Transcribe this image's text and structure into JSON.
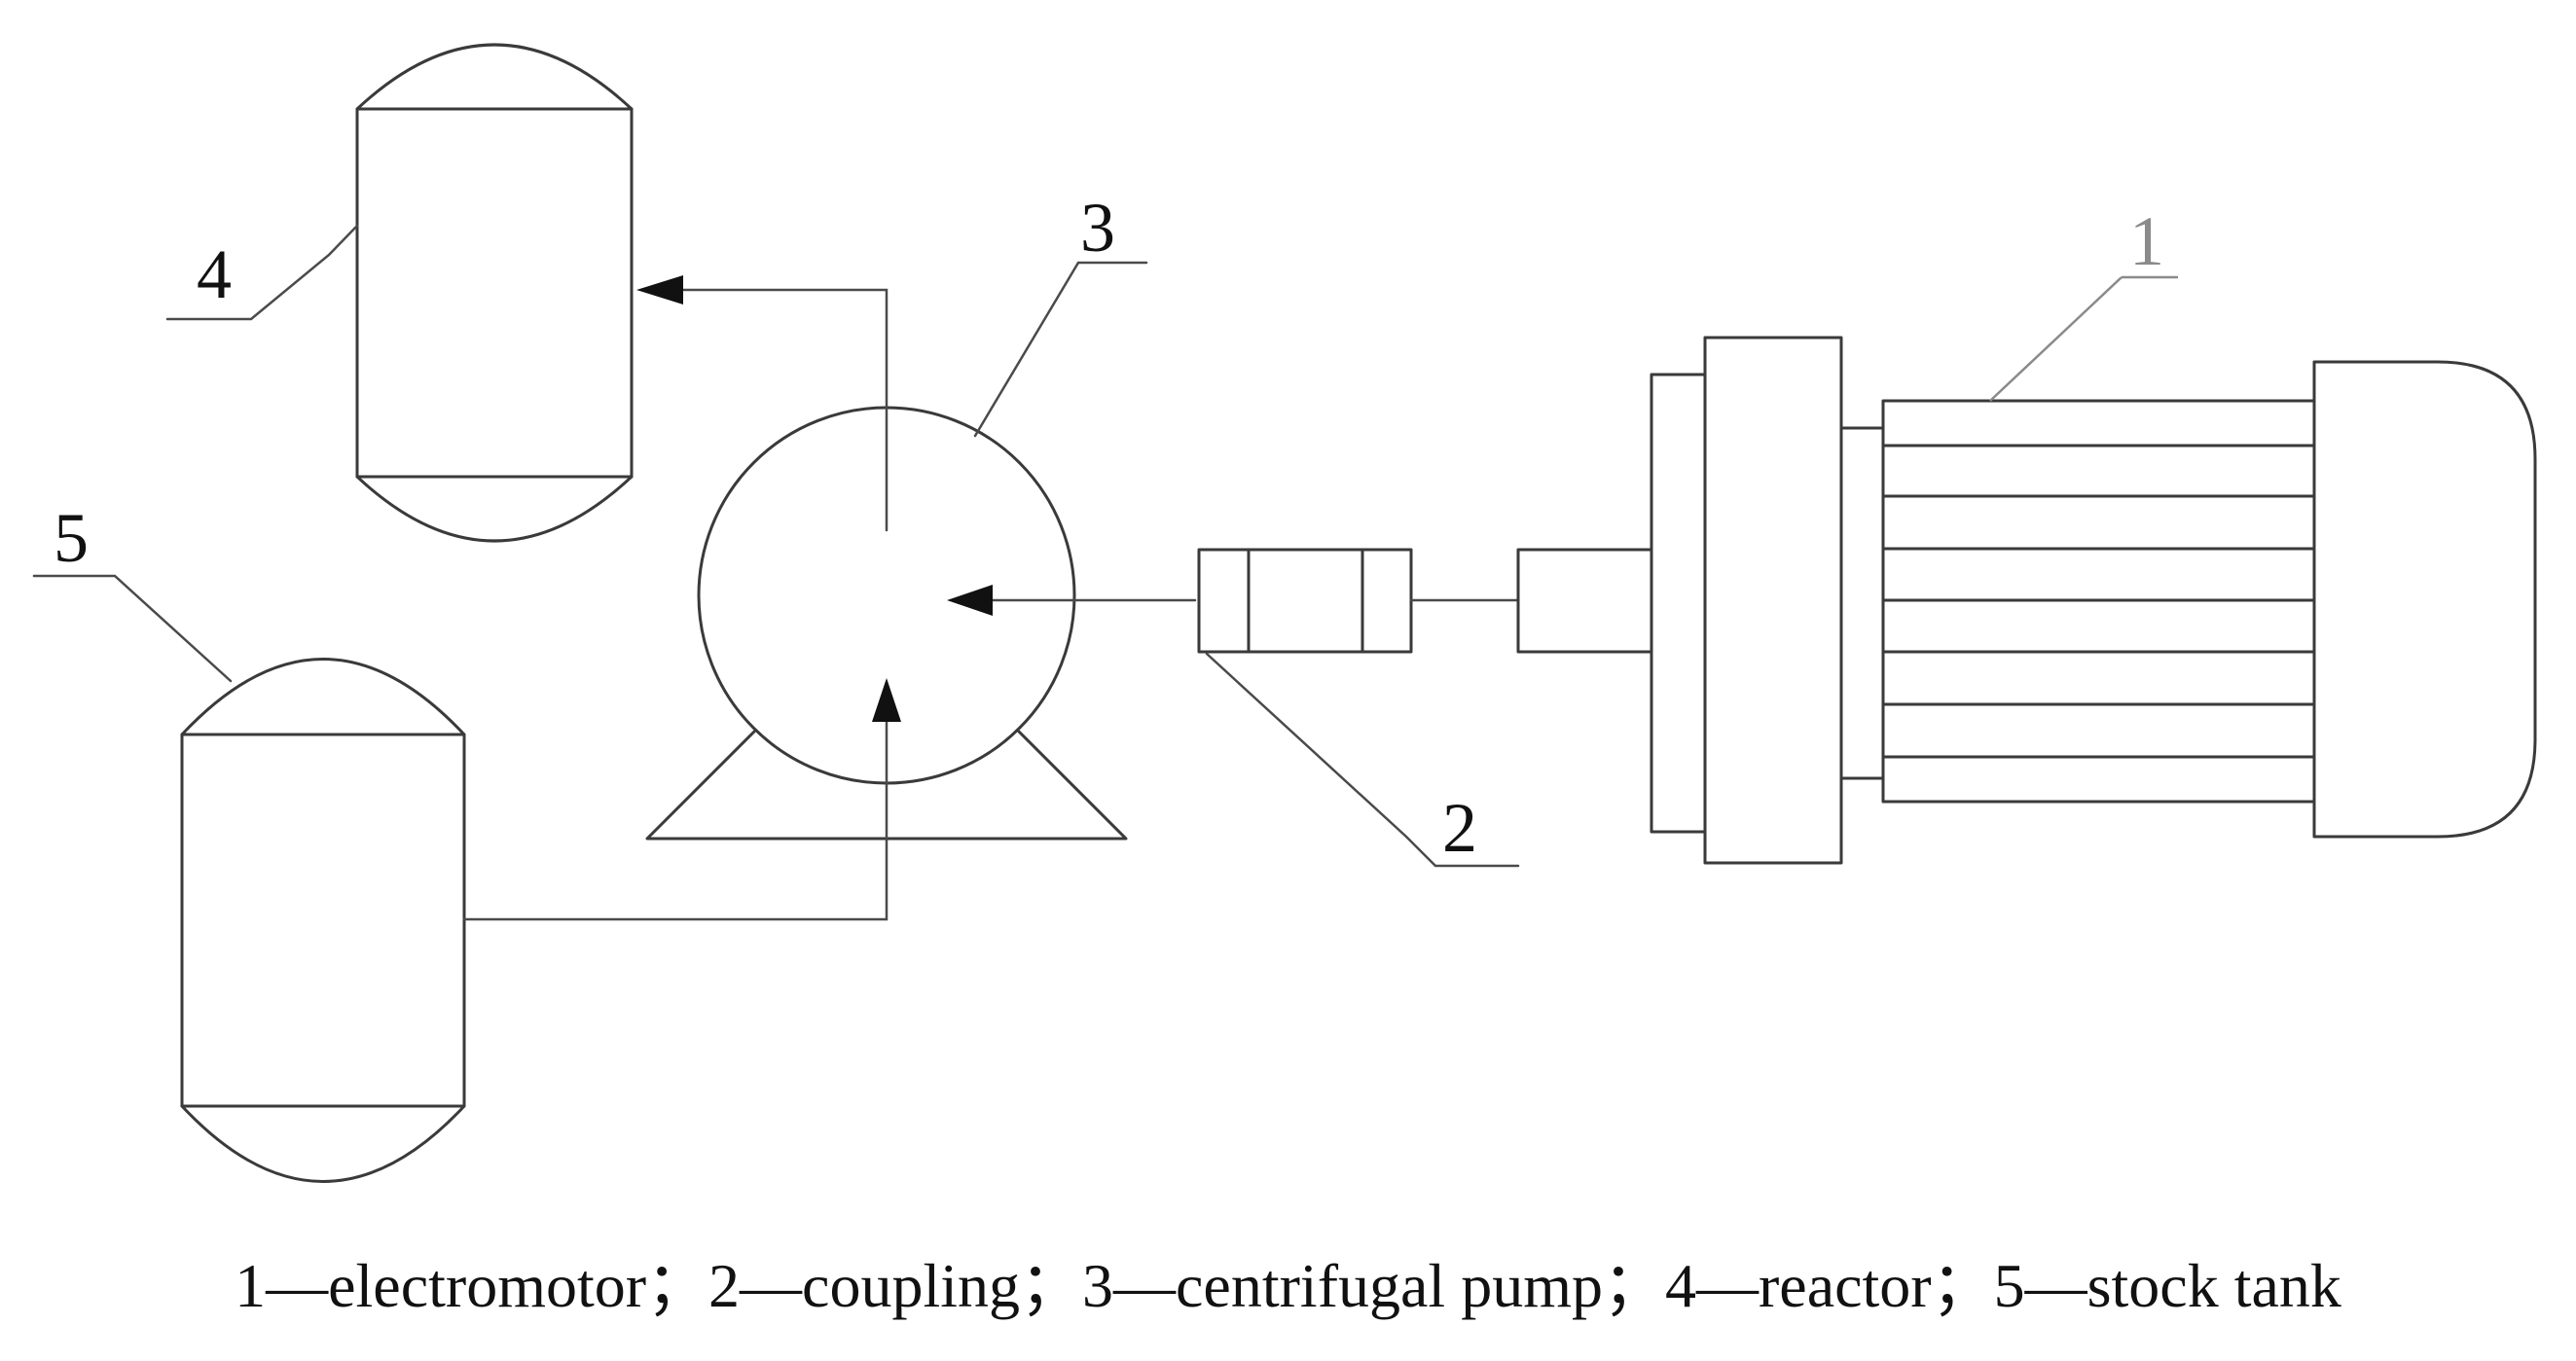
{
  "callouts": {
    "electromotor": "1",
    "coupling": "2",
    "centrifugal_pump": "3",
    "reactor": "4",
    "stock_tank": "5"
  },
  "caption": "1—electromotor；2—coupling；3—centrifugal pump；4—reactor；5—stock tank"
}
